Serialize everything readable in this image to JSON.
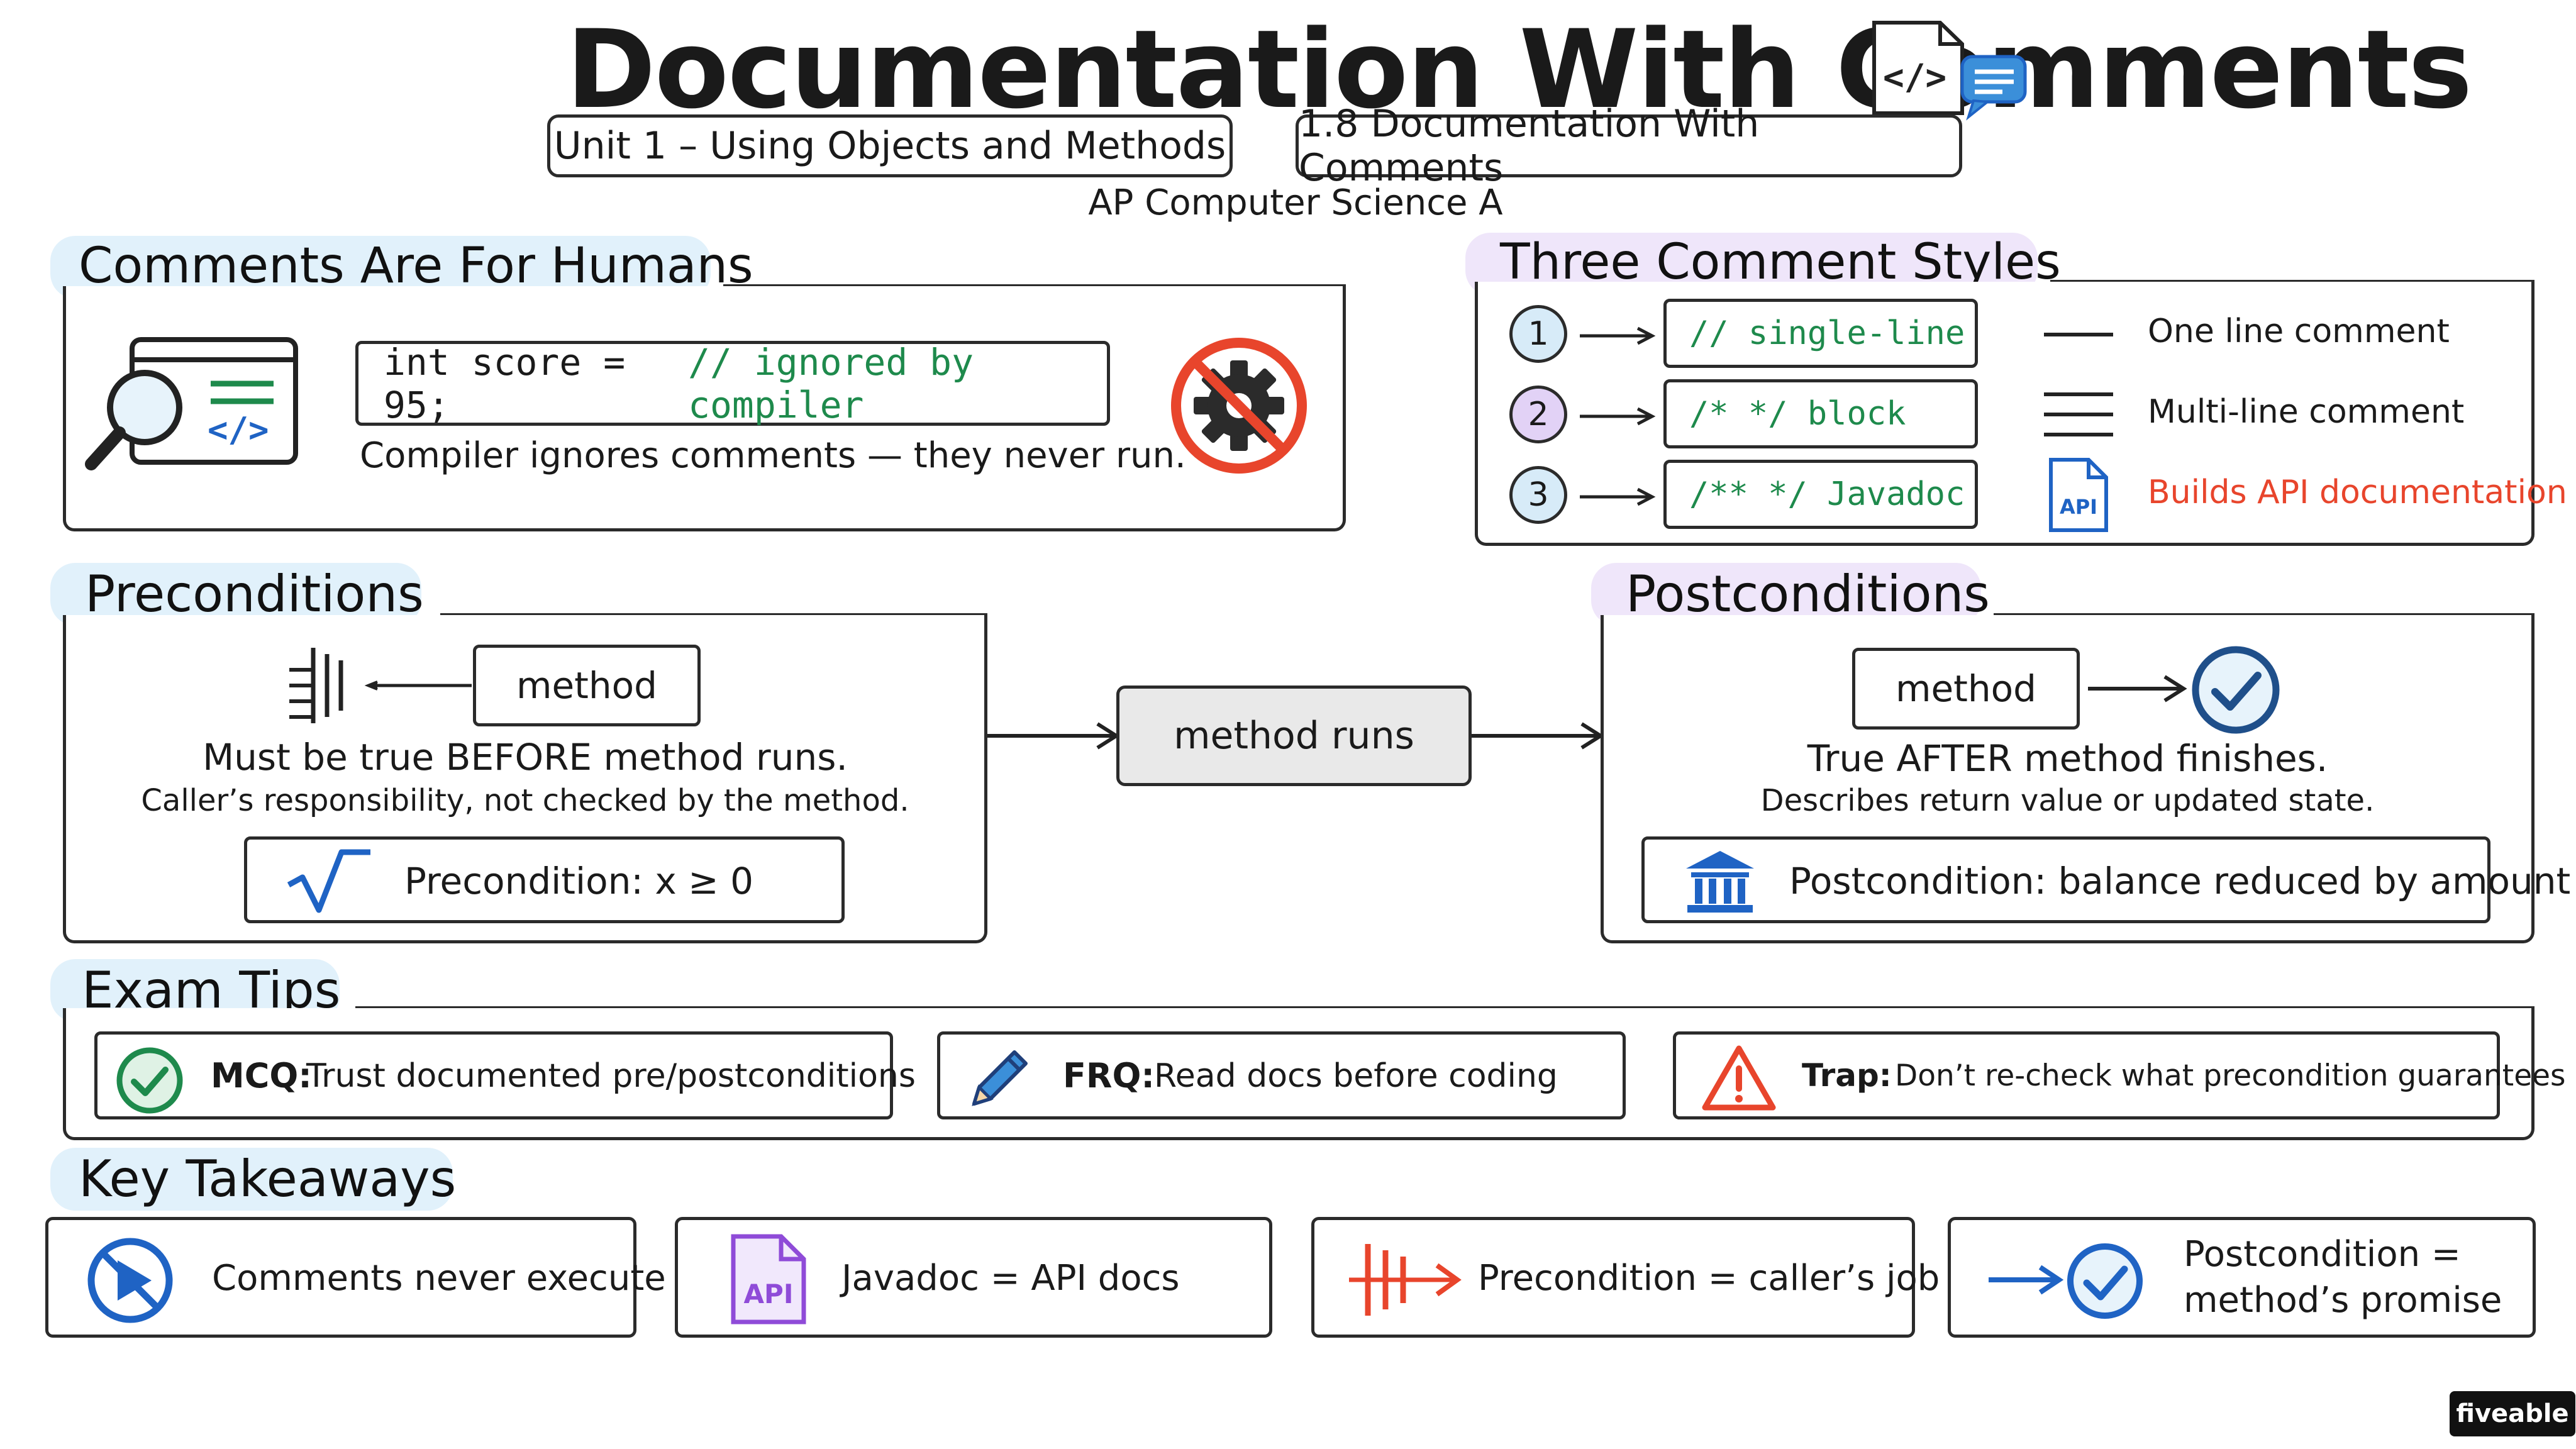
{
  "title": "Documentation With Comments",
  "badges": {
    "unit": "Unit 1 – Using Objects and Methods",
    "topic": "1.8 Documentation With Comments"
  },
  "course": "AP Computer Science A",
  "comments_section": {
    "title": "Comments Are For Humans",
    "code_prefix": "int score = 95;",
    "code_comment": "// ignored by compiler",
    "caption": "Compiler ignores comments — they never run."
  },
  "styles_section": {
    "title": "Three Comment Styles",
    "rows": [
      {
        "num": "1",
        "syntax": "// single-line",
        "description": "One line comment"
      },
      {
        "num": "2",
        "syntax": "/* */ block",
        "description": "Multi-line comment"
      },
      {
        "num": "3",
        "syntax": "/** */ Javadoc",
        "description": "Builds API documentation"
      }
    ],
    "api_label": "API"
  },
  "pre_section": {
    "title": "Preconditions",
    "method": "method",
    "line1": "Must be true BEFORE method runs.",
    "line2": "Caller’s responsibility, not checked by the method.",
    "example": "Precondition: x ≥ 0"
  },
  "center": {
    "label": "method runs"
  },
  "post_section": {
    "title": "Postconditions",
    "method": "method",
    "line1": "True AFTER method finishes.",
    "line2": "Describes return value or updated state.",
    "example": "Postcondition: balance reduced by amount"
  },
  "tips_section": {
    "title": "Exam Tips",
    "tips": [
      {
        "label": "MCQ:",
        "text": "Trust documented pre/postconditions"
      },
      {
        "label": "FRQ:",
        "text": "Read docs before coding"
      },
      {
        "label": "Trap:",
        "text": "Don’t re-check what precondition guarantees"
      }
    ]
  },
  "takeaways_section": {
    "title": "Key Takeaways",
    "items": [
      {
        "text": "Comments never execute"
      },
      {
        "text": "Javadoc = API docs"
      },
      {
        "text": "Precondition = caller’s job"
      },
      {
        "line1": "Postcondition =",
        "line2": "method’s promise"
      }
    ],
    "api_label": "API"
  },
  "brand": "fiveable",
  "colors": {
    "green": "#1e8a4c",
    "red": "#e8452c",
    "blue": "#1f63c4",
    "purple": "#8f4bd8",
    "highlight_blue": "#c9e6f7",
    "highlight_purple": "#e2d2f6"
  }
}
